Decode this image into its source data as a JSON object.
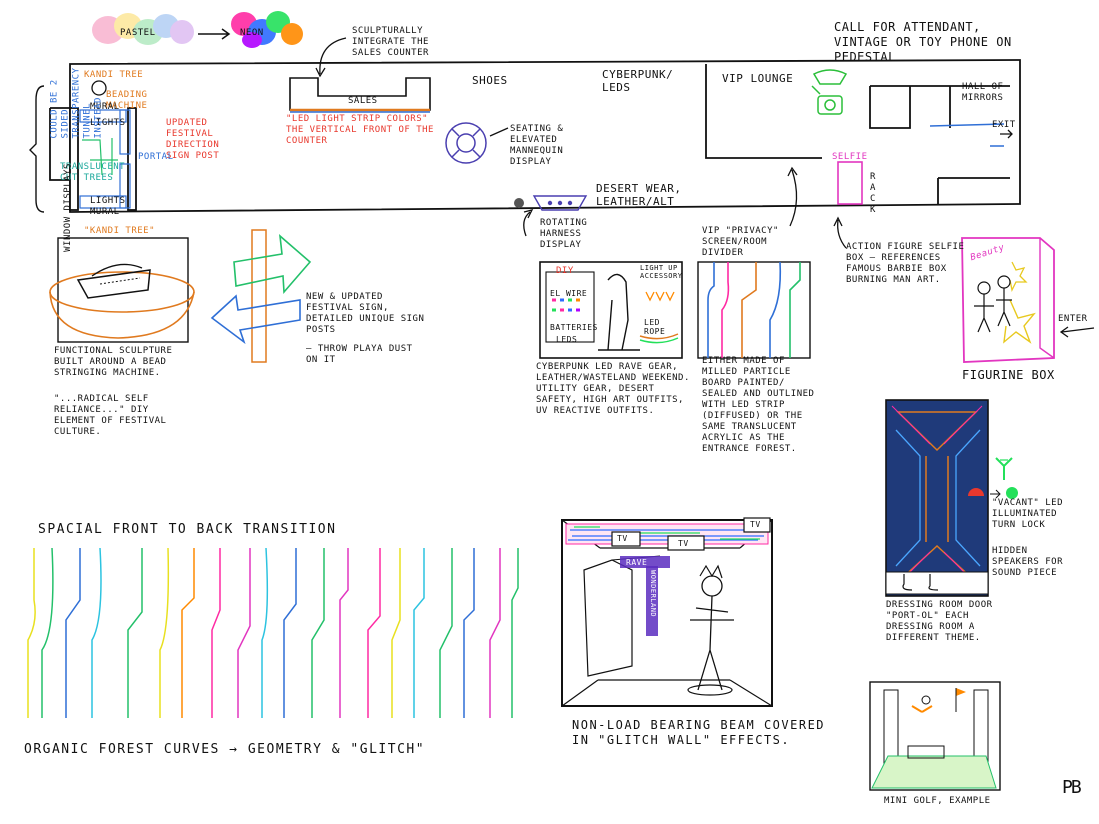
{
  "colors": {
    "ink": "#111111",
    "pastel": [
      "#f7a8c8",
      "#fde48a",
      "#a8e6b8",
      "#a7c7f2",
      "#d9b3f0"
    ],
    "neon": [
      "#ff2aa3",
      "#2d6bff",
      "#23e05a",
      "#ff8a00",
      "#b000ff"
    ],
    "led_orange": "#e07a1f",
    "led_blue": "#2f6fd6",
    "selfie_pink": "#e236c0",
    "phone_green": "#2bbf3a",
    "door_blue": "#1f3a7a"
  },
  "palette": {
    "pastel": "PASTEL",
    "neon": "NEON"
  },
  "floorplan": {
    "sculptural_note": "SCULPTURALLY INTEGRATE THE SALES COUNTER",
    "sales": "SALES",
    "led_strip_note": "\"LED LIGHT STRIP COLORS\" THE VERTICAL FRONT OF THE COUNTER",
    "shoes": "SHOES",
    "cyberpunk": "CYBERPUNK/ LEDS",
    "vip_lounge": "VIP LOUNGE",
    "phone_note": "CALL FOR ATTENDANT, VINTAGE OR TOY PHONE ON PEDESTAL",
    "hall_of_mirrors": "HALL OF MIRRORS",
    "exit": "EXIT",
    "selfie": "SELFIE",
    "rack": "RACK",
    "seating": "SEATING & ELEVATED MANNEQUIN DISPLAY",
    "desert_wear": "DESERT WEAR, LEATHER/ALT",
    "kandi_tree": "KANDI TREE",
    "beading_machine": "BEADING MACHINE",
    "mural": "MURAL",
    "lights": "LIGHTS",
    "display": "DISPLAY",
    "updated_festival": "UPDATED FESTIVAL DIRECTION SIGN POST",
    "translucent": "TRANSLUCENT CUT TREES",
    "portal": "PORTAL",
    "lights_mural": "LIGHTS MURAL",
    "window_displays": "WINDOW DISPLAYS",
    "tunnel_note": "COULD BE 2 SIDED TRANSPARENCY TUNNEL INSTEAD"
  },
  "notes": {
    "rotating": "ROTATING HARNESS DISPLAY",
    "vip_privacy": "VIP \"PRIVACY\" SCREEN/ROOM DIVIDER",
    "action_figure": "ACTION FIGURE SELFIE BOX — REFERENCES FAMOUS BARBIE BOX BURNING MAN ART.",
    "enter": "ENTER",
    "figurine_box": "FIGURINE BOX",
    "beauty": "Beauty",
    "kandi_tree_title": "\"KANDI TREE\"",
    "functional": "FUNCTIONAL SCULPTURE BUILT AROUND A BEAD STRINGING MACHINE.",
    "radical": "\"...RADICAL SELF RELIANCE...\" DIY ELEMENT OF FESTIVAL CULTURE.",
    "new_sign": "NEW & UPDATED FESTIVAL SIGN, DETAILED UNIQUE SIGN POSTS",
    "playa": "— THROW PLAYA DUST ON IT",
    "cyberpunk_desc": "CYBERPUNK LED RAVE GEAR, LEATHER/WASTELAND WEEKEND. UTILITY GEAR, DESERT SAFETY, HIGH ART OUTFITS, UV REACTIVE OUTFITS.",
    "divider_desc": "EITHER MADE OF MILLED PARTICLE BOARD PAINTED/ SEALED AND OUTLINED WITH LED STRIP (DIFFUSED) OR THE SAME TRANSLUCENT ACRYLIC AS THE ENTRANCE FOREST.",
    "diy": "DIY",
    "light_up": "LIGHT UP ACCESSORY",
    "el_wire": "EL WIRE",
    "batteries": "BATTERIES",
    "leds": "LEDS",
    "led_rope": "LED ROPE",
    "spacial": "SPACIAL FRONT TO BACK TRANSITION",
    "organic": "ORGANIC FOREST CURVES → GEOMETRY & \"GLITCH\"",
    "non_load": "NON-LOAD BEARING BEAM COVERED IN \"GLITCH WALL\" EFFECTS.",
    "tv": "TV",
    "rave": "RAVE",
    "wonderland": "WONDERLAND",
    "vacant": "\"VACANT\" LED ILLUMINATED TURN LOCK",
    "hidden_speakers": "HIDDEN SPEAKERS FOR SOUND PIECE",
    "dressing": "DRESSING ROOM DOOR \"PORT-OL\" EACH DRESSING ROOM A DIFFERENT THEME.",
    "mini_golf": "MINI GOLF, EXAMPLE",
    "signature": "PB"
  }
}
